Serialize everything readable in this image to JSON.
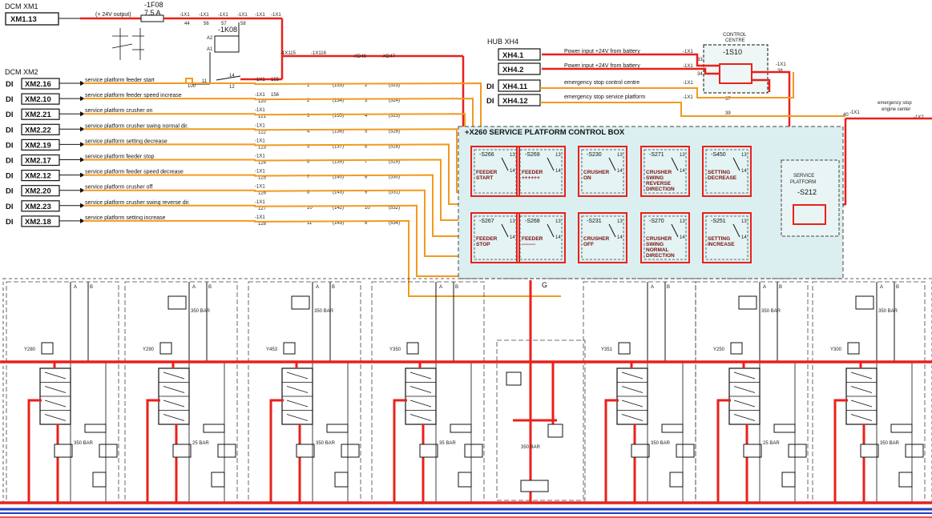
{
  "top_left": {
    "dcm_xm1": "DCM XM1",
    "xm1_13": "XM1.13",
    "plus24_output": "(+ 24V output)",
    "fuse_id": "-1F08",
    "fuse_rating": "7,5 A",
    "terminals_top": [
      "-1X1",
      "-1X1",
      "-1X1",
      "-1X1",
      "-1X1",
      "-1X1"
    ],
    "terminal_nums_top": [
      "44",
      "56",
      "57",
      "58"
    ],
    "relay": "-1K08",
    "relay_pins": [
      "A2",
      "A1",
      "11",
      "14",
      "12"
    ],
    "dcm_xm2": "DCM XM2",
    "x1_115": "-1X115",
    "x1_116": "-1X116",
    "xd46": "-XD46",
    "xd47": "-XD47"
  },
  "inputs": [
    {
      "di": "DI",
      "terminal": "XM2.16",
      "label": "service platform feeder start",
      "x1": "-1X1",
      "num": "100",
      "n2": "155",
      "c1": "1",
      "c2": "(133)",
      "c3": "2",
      "c4": "(523)"
    },
    {
      "di": "DI",
      "terminal": "XM2.10",
      "label": "service platform feeder speed increase",
      "x1": "-1X1",
      "num": "120",
      "n2": "156",
      "c1": "2",
      "c2": "(134)",
      "c3": "3",
      "c4": "(524)"
    },
    {
      "di": "DI",
      "terminal": "XM2.21",
      "label": "service platform crusher on",
      "x1": "-1X1",
      "num": "121",
      "n2": "",
      "c1": "3",
      "c2": "(135)",
      "c3": "4",
      "c4": "(525)"
    },
    {
      "di": "DI",
      "terminal": "XM2.22",
      "label": "service platform crusher swing normal dir.",
      "x1": "-1X1",
      "num": "122",
      "n2": "",
      "c1": "4",
      "c2": "(136)",
      "c3": "5",
      "c4": "(526)"
    },
    {
      "di": "DI",
      "terminal": "XM2.19",
      "label": "service platform setting decrease",
      "x1": "-1X1",
      "num": "123",
      "n2": "",
      "c1": "5",
      "c2": "(137)",
      "c3": "6",
      "c4": "(528)"
    },
    {
      "di": "DI",
      "terminal": "XM2.17",
      "label": "service platform feeder stop",
      "x1": "-1X1",
      "num": "124",
      "n2": "",
      "c1": "6",
      "c2": "(139)",
      "c3": "7",
      "c4": "(529)"
    },
    {
      "di": "DI",
      "terminal": "XM2.12",
      "label": "service platform feeder speed decrease",
      "x1": "-1X1",
      "num": "125",
      "n2": "",
      "c1": "7",
      "c2": "(140)",
      "c3": "8",
      "c4": "(530)"
    },
    {
      "di": "DI",
      "terminal": "XM2.20",
      "label": "service platform crusher off",
      "x1": "-1X1",
      "num": "126",
      "n2": "",
      "c1": "8",
      "c2": "(143)",
      "c3": "9",
      "c4": "(531)"
    },
    {
      "di": "DI",
      "terminal": "XM2.23",
      "label": "service platform crusher swing reverse dir.",
      "x1": "-1X1",
      "num": "127",
      "n2": "",
      "c1": "10",
      "c2": "(142)",
      "c3": "10",
      "c4": "(532)"
    },
    {
      "di": "DI",
      "terminal": "XM2.18",
      "label": "service platform setting increase",
      "x1": "-1X1",
      "num": "128",
      "n2": "",
      "c1": "11",
      "c2": "(143)",
      "c3": "6",
      "c4": "(534)"
    }
  ],
  "hub": {
    "title": "HUB XH4",
    "rows": [
      {
        "prefix": "",
        "terminal": "XH4.1",
        "label": "Power input +24V from battery",
        "x1": "-1X1",
        "num": "33"
      },
      {
        "prefix": "",
        "terminal": "XH4.2",
        "label": "Power input +24V from battery",
        "x1": "-1X1",
        "num": "34"
      },
      {
        "prefix": "DI",
        "terminal": "XH4.11",
        "label": "emergency stop control centre",
        "x1": "-1X1",
        "num": "37"
      },
      {
        "prefix": "DI",
        "terminal": "XH4.12",
        "label": "emergency stop service platform",
        "x1": "-1X1",
        "num": "39"
      }
    ]
  },
  "control_centre": {
    "title_line1": "CONTROL",
    "title_line2": "CENTRE",
    "switch_id": "-1S10",
    "x1a": "-1X1",
    "x1a_num": "38",
    "x1b": "-1X1",
    "x1b_num": "40"
  },
  "right_edge": {
    "label1": "emergency stop",
    "label2": "engine center",
    "x1": "-1X1",
    "x2": "-1X2"
  },
  "service_box": {
    "title": "+X260  SERVICE PLATFORM CONTROL BOX",
    "switches_top": [
      {
        "id": "-S266",
        "text1": "FEEDER",
        "text2": "START"
      },
      {
        "id": "-S269",
        "text1": "FEEDER",
        "text2": "++++++"
      },
      {
        "id": "-S230",
        "text1": "CRUSHER",
        "text2": "ON"
      },
      {
        "id": "-S271",
        "text1": "CRUSHER",
        "text2": "SWING",
        "text3": "REVERSE",
        "text4": "DIRECTION"
      },
      {
        "id": "-S450",
        "text1": "SETTING",
        "text2": "DECREASE"
      }
    ],
    "switches_bottom": [
      {
        "id": "-S267",
        "text1": "FEEDER",
        "text2": "STOP"
      },
      {
        "id": "-S268",
        "text1": "FEEDER",
        "text2": "--------"
      },
      {
        "id": "-S231",
        "text1": "CRUSHER",
        "text2": "OFF"
      },
      {
        "id": "-S270",
        "text1": "CRUSHER",
        "text2": "SWING",
        "text3": "NORMAL",
        "text4": "DIRECTION"
      },
      {
        "id": "-S251",
        "text1": "SETTING",
        "text2": "INCREASE"
      }
    ],
    "platform_title1": "SERVICE",
    "platform_title2": "PLATFORM",
    "platform_switch": "-S212"
  },
  "hydraulics": {
    "valves": [
      "Y280",
      "Y290",
      "Y453",
      "Y350",
      "Y351",
      "Y250",
      "Y300"
    ],
    "port_labels": [
      "A",
      "B"
    ],
    "pressure": [
      "350 BAR",
      "25 BAR",
      "350 BAR",
      "35 BAR"
    ],
    "centre_port": "G",
    "centre_pressure": "350 BAR"
  },
  "colors": {
    "power": "#e8211b",
    "signal": "#f29a1f",
    "box_fill": "#dceff0",
    "blue_line": "#1f3cc2"
  }
}
